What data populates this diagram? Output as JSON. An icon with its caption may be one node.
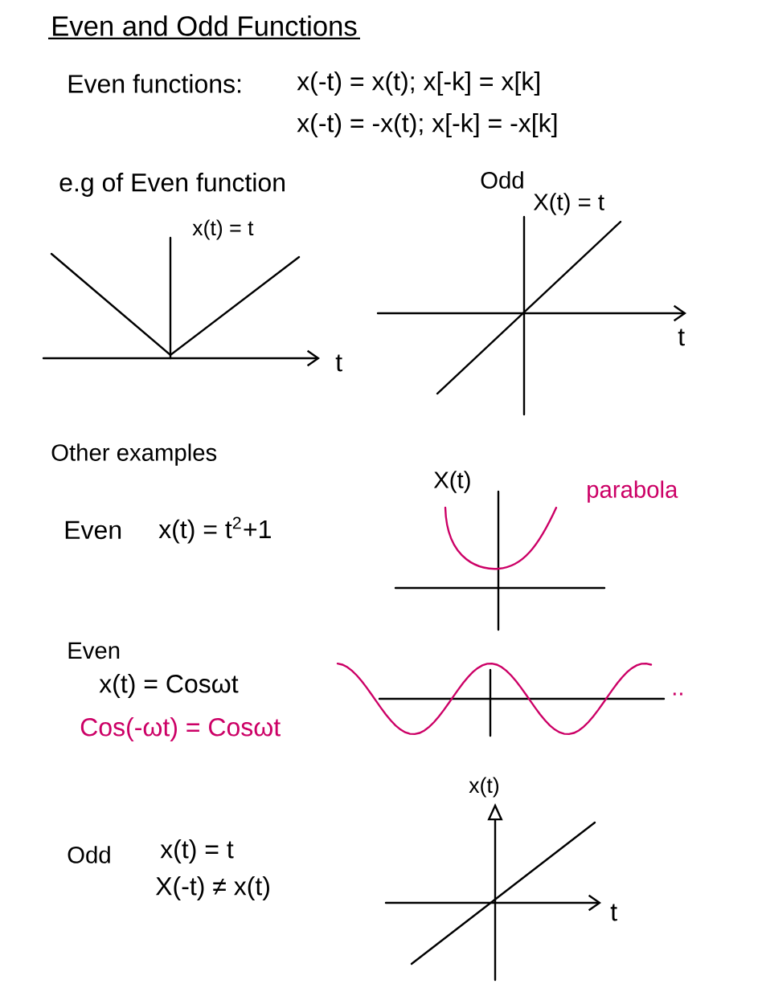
{
  "diagram": {
    "title": "Even and Odd Functions",
    "labels": [
      "Even functions:",
      "x(-t) = x(t);  x[-k] = x[k]",
      "x(-t) = -x(t);  x[-k] = -x[k]",
      "e.g of Even function",
      "x(t) = t",
      "t",
      "Odd",
      "X(t) = t",
      "t",
      "Other examples",
      "X(t)",
      "parabola",
      "Even",
      "x(t) = t$^{2}$+1",
      "Even",
      "x(t) = Cosωt",
      "Cos(-ωt) = Cosωt",
      "..",
      "x(t)",
      "Odd",
      "x(t) = t",
      "X(-t) ≠ x(t)",
      "t"
    ]
  }
}
